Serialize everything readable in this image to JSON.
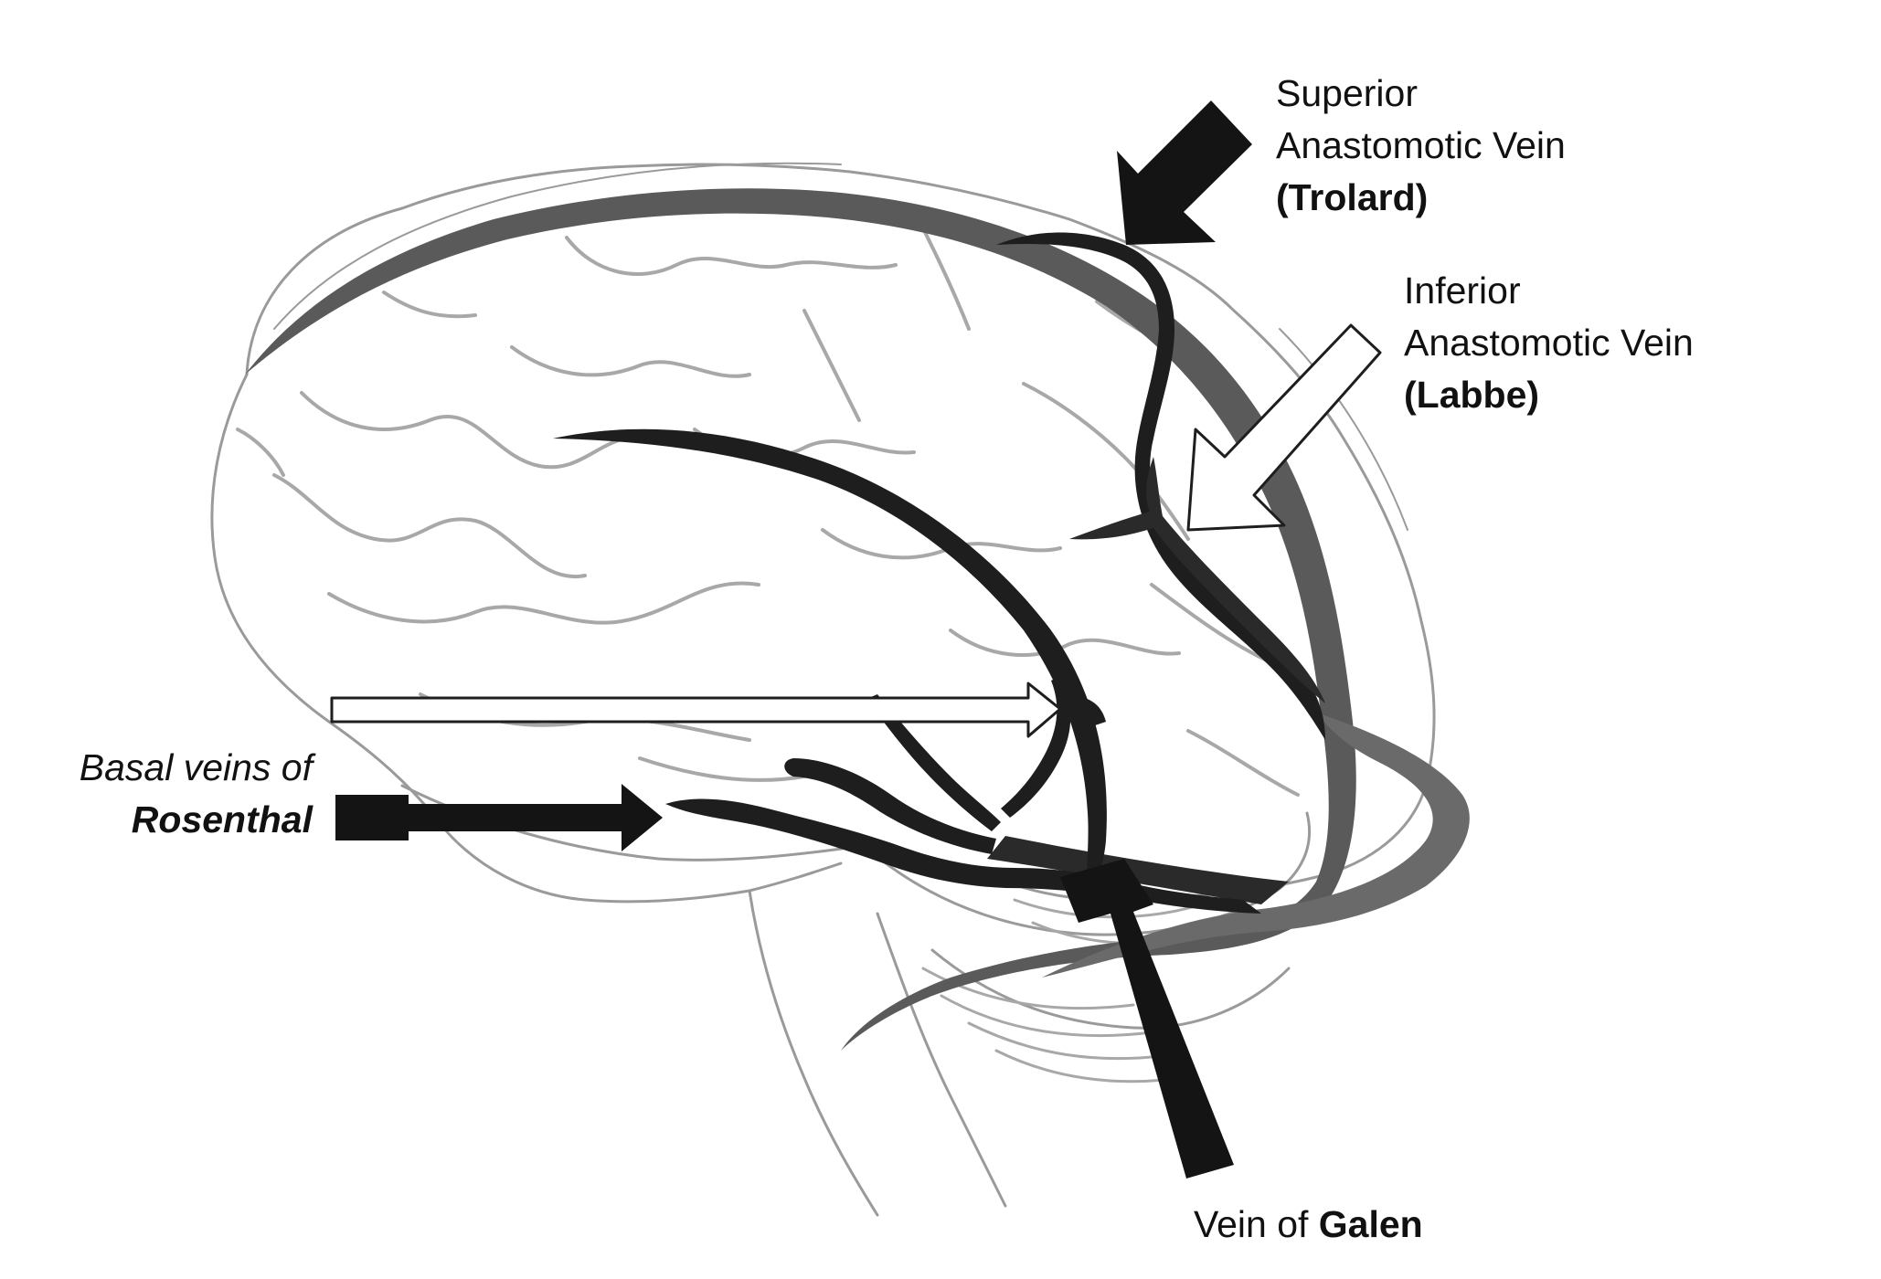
{
  "labels": {
    "trolard": {
      "line1": "Superior",
      "line2": "Anastomotic Vein",
      "line3": "(Trolard)"
    },
    "labbe": {
      "line1": "Inferior",
      "line2": "Anastomotic Vein",
      "line3": "(Labbe)"
    },
    "rosenthal": {
      "line1": "Basal veins of",
      "line2": "Rosenthal"
    },
    "galen": {
      "prefix": "Vein of ",
      "name": "Galen"
    }
  },
  "colors": {
    "outline": "#9a9a9a",
    "sulci": "#a8a8a8",
    "vein_light": "#5a5a5a",
    "vein_dark": "#1e1e1e",
    "arrow_dark": "#141414",
    "arrow_light": "#ffffff",
    "text": "#111111"
  }
}
